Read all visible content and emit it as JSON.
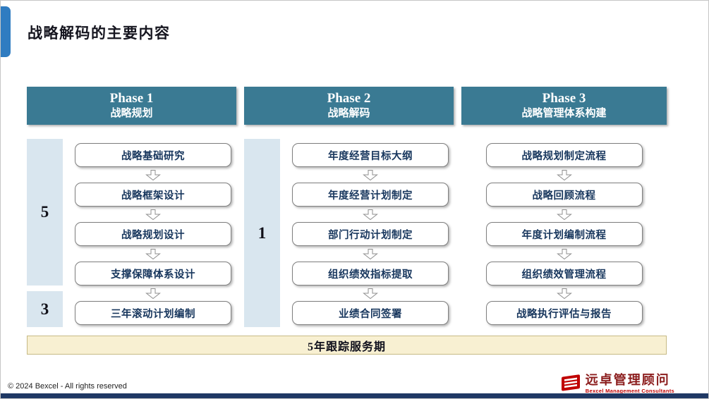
{
  "page": {
    "title": "战略解码的主要内容"
  },
  "phases": [
    {
      "label": "Phase 1",
      "subtitle": "战略规划",
      "numbers": [
        {
          "value": "5"
        },
        {
          "value": "3"
        }
      ],
      "items": [
        "战略基础研究",
        "战略框架设计",
        "战略规划设计",
        "支撑保障体系设计",
        "三年滚动计划编制"
      ]
    },
    {
      "label": "Phase 2",
      "subtitle": "战略解码",
      "numbers": [
        {
          "value": "1"
        }
      ],
      "items": [
        "年度经营目标大纲",
        "年度经营计划制定",
        "部门行动计划制定",
        "组织绩效指标提取",
        "业绩合同签署"
      ]
    },
    {
      "label": "Phase 3",
      "subtitle": "战略管理体系构建",
      "numbers": [],
      "items": [
        "战略规划制定流程",
        "战略回顾流程",
        "年度计划编制流程",
        "组织绩效管理流程",
        "战略执行评估与报告"
      ]
    }
  ],
  "service_bar": {
    "label": "5年跟踪服务期"
  },
  "footer": {
    "copyright": "© 2024 Bexcel - All rights reserved",
    "logo_name": "远卓管理顾问",
    "logo_subtitle": "Bexcel Management Consultants"
  },
  "colors": {
    "header_teal": "#3A7A93",
    "number_panel_blue": "#D9E6EF",
    "service_bar_cream": "#F8F0D2",
    "accent_blue": "#2F7CC1",
    "bottom_bar_navy": "#1F3864",
    "box_text_navy": "#17365D",
    "logo_red": "#C00000"
  }
}
